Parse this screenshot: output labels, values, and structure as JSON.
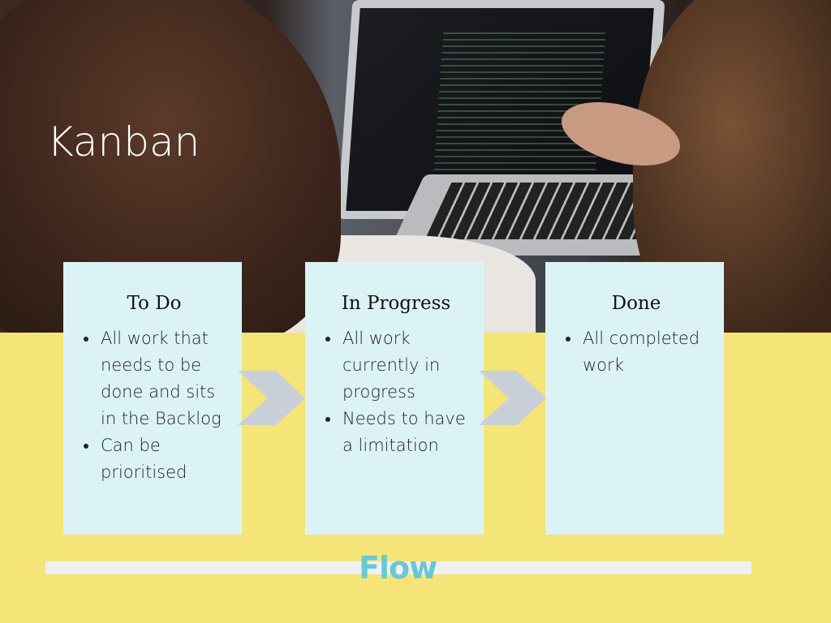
{
  "title": "Kanban",
  "columns": [
    {
      "heading": "To Do",
      "items": [
        "All work that needs to be done and sits in the Backlog",
        "Can be prioritised"
      ]
    },
    {
      "heading": "In Progress",
      "items": [
        "All work currently in progress",
        "Needs to have a limitation"
      ]
    },
    {
      "heading": "Done",
      "items": [
        "All completed work"
      ]
    }
  ],
  "flow_label": "Flow",
  "colors": {
    "background": "#f5e578",
    "card": "#dcf3f6",
    "arrow": "#c9cfd8",
    "flow": "#6ac8d3",
    "flow_bar": "#eef0f2"
  }
}
